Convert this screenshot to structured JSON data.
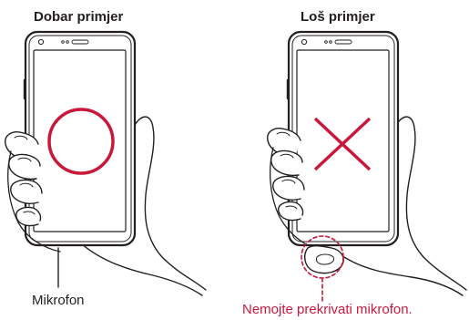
{
  "good_example": {
    "title": "Dobar primjer",
    "caption": "Mikrofon",
    "symbol_icon": "circle-icon"
  },
  "bad_example": {
    "title": "Loš primjer",
    "caption": "Nemojte prekrivati mikrofon.",
    "symbol_icon": "x-cross-icon"
  },
  "colors": {
    "accent": "#c8193c",
    "line": "#231f20",
    "phone_frame": "#231f20",
    "background": "#ffffff"
  }
}
